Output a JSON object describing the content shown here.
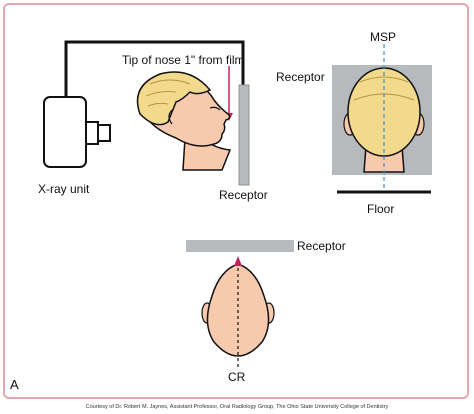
{
  "figure": {
    "panel_letter": "A",
    "credit": "Courtesy of Dr. Robert M. Jaynes, Assistant Professor, Oral Radiology Group, The Ohio State University College of Dentistry"
  },
  "lateral_view": {
    "nose_note": "Tip of nose 1\" from film",
    "xray_unit_label": "X-ray unit",
    "receptor_label": "Receptor"
  },
  "posterior_view": {
    "msp_label": "MSP",
    "receptor_label": "Receptor",
    "floor_label": "Floor"
  },
  "top_view": {
    "receptor_label": "Receptor",
    "cr_label": "CR"
  },
  "colors": {
    "hair": "#f2d98c",
    "skin": "#f7c9ad",
    "receptor": "#b7babd",
    "msp_line": "#3a8fd0",
    "arrow": "#c0245a",
    "frame": "#e3a6ad"
  }
}
